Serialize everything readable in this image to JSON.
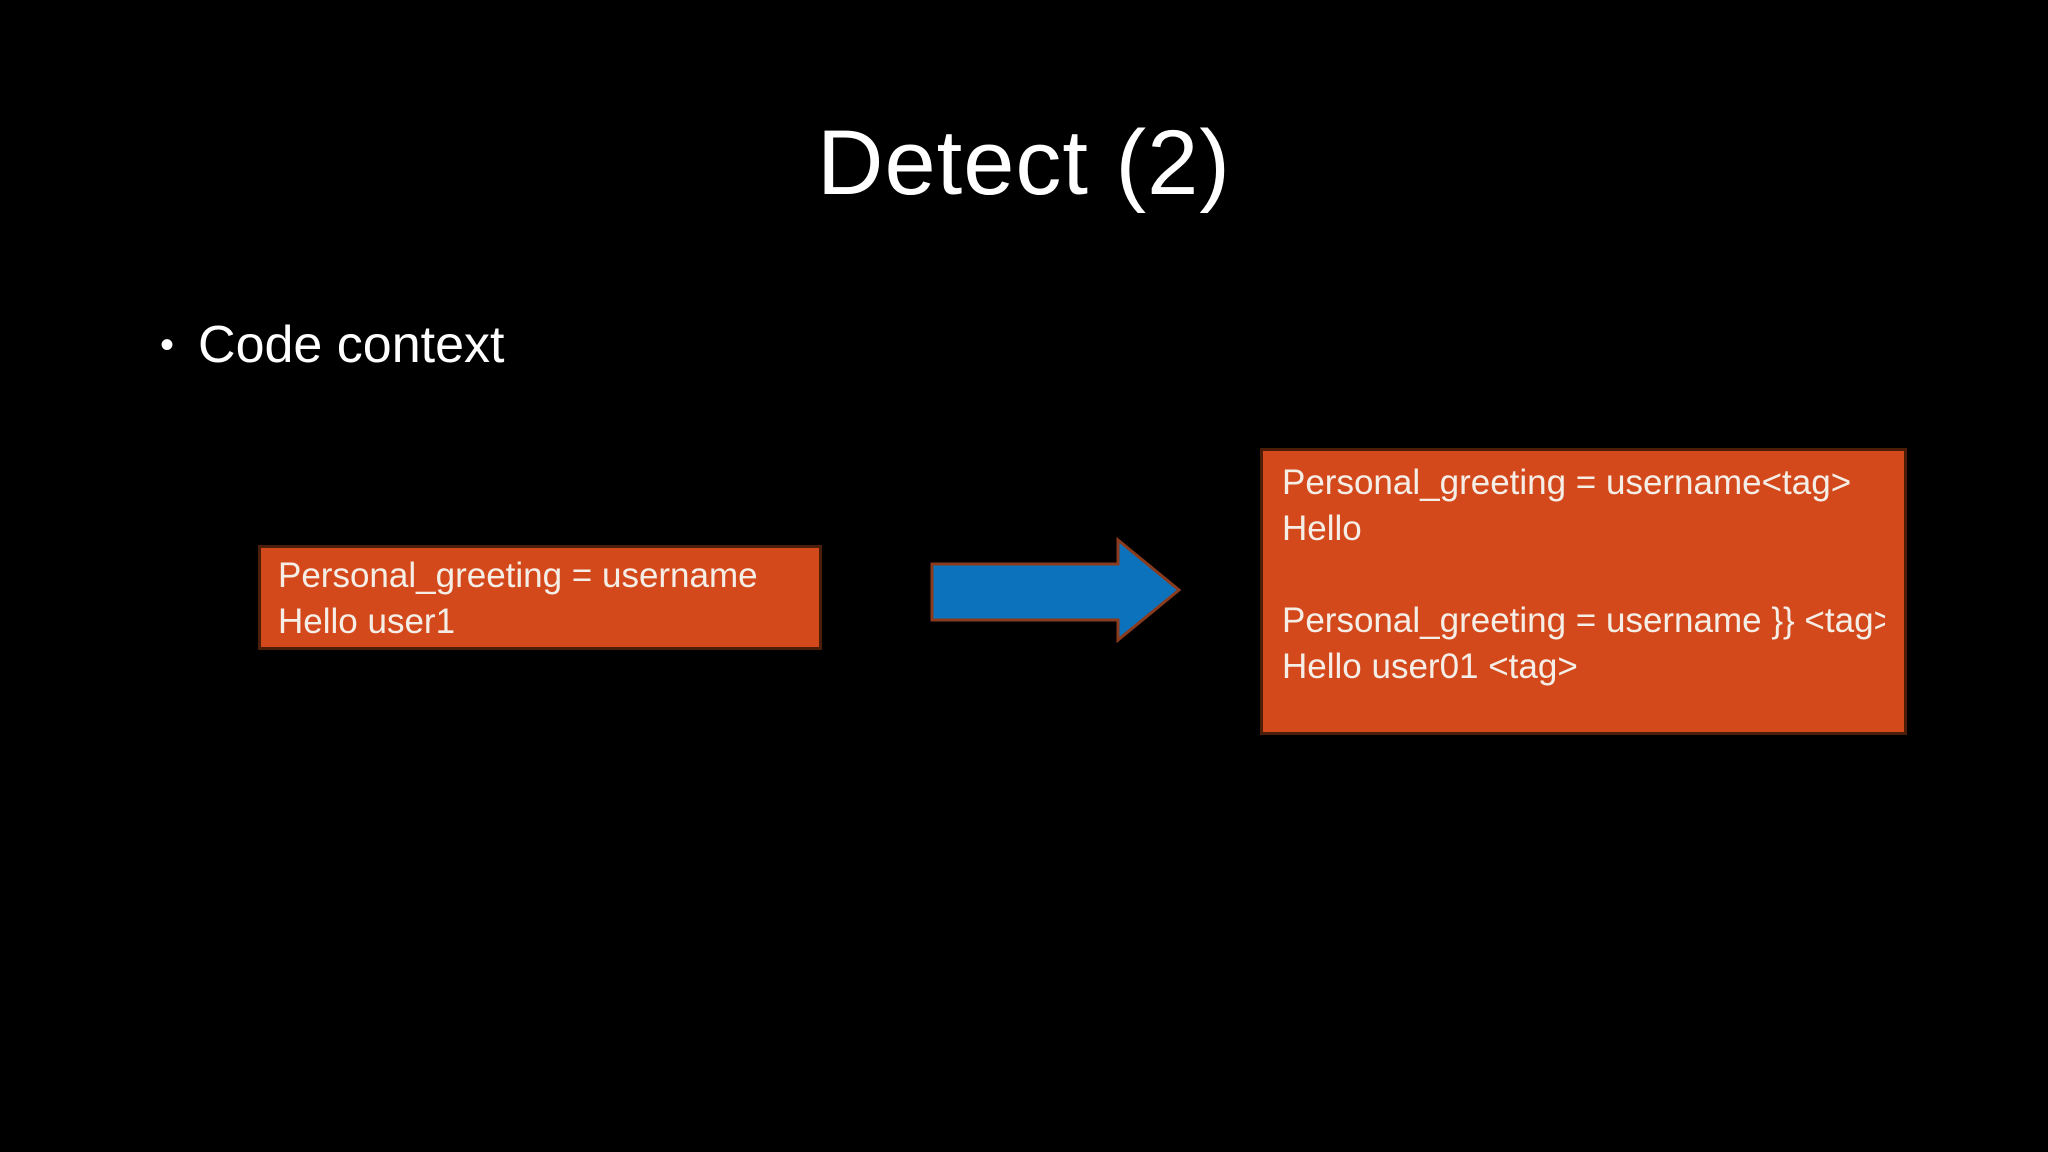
{
  "slide": {
    "title": "Detect (2)",
    "bullet": {
      "marker": "•",
      "label": "Code context"
    },
    "left_box": {
      "lines": [
        "Personal_greeting = username",
        "Hello user1"
      ]
    },
    "arrow": {
      "icon": "right-arrow-icon",
      "direction": "right"
    },
    "right_box": {
      "lines": [
        "Personal_greeting = username<tag>",
        "Hello",
        "",
        "Personal_greeting = username }} <tag>",
        "Hello user01 <tag>"
      ]
    },
    "colors": {
      "background": "#000000",
      "title_text": "#FFFFFF",
      "body_text": "#FFFFFF",
      "box_fill": "#D4491C",
      "box_border": "#4C1D07",
      "box_text": "#F4EEE7",
      "arrow_fill": "#0D72BC",
      "arrow_border": "#8A3B1E"
    }
  }
}
